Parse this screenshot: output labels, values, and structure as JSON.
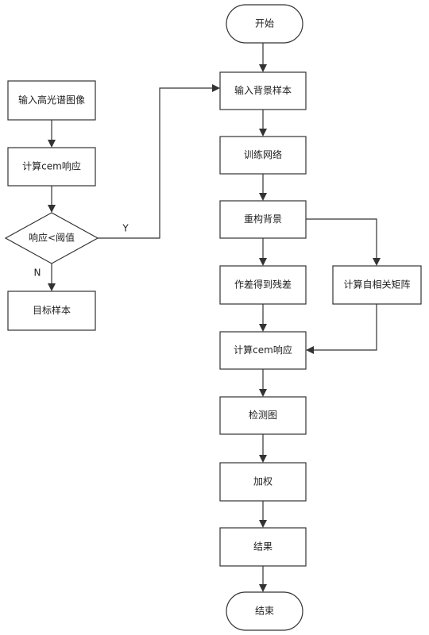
{
  "nodes": {
    "start": {
      "label": "开始",
      "shape": "terminal"
    },
    "input_background": {
      "label": "输入背景样本",
      "shape": "process"
    },
    "train_network": {
      "label": "训练网络",
      "shape": "process"
    },
    "reconstruct_background": {
      "label": "重构背景",
      "shape": "process"
    },
    "residual": {
      "label": "作差得到残差",
      "shape": "process"
    },
    "autocorrelation": {
      "label": "计算自相关矩阵",
      "shape": "process"
    },
    "cem_right": {
      "label": "计算cem响应",
      "shape": "process"
    },
    "detection_map": {
      "label": "检测图",
      "shape": "process"
    },
    "weighting": {
      "label": "加权",
      "shape": "process"
    },
    "result": {
      "label": "结果",
      "shape": "process"
    },
    "end": {
      "label": "结束",
      "shape": "terminal"
    },
    "input_hsi": {
      "label": "输入高光谱图像",
      "shape": "process"
    },
    "cem_left": {
      "label": "计算cem响应",
      "shape": "process"
    },
    "decision": {
      "label": "响应<阈值",
      "shape": "decision"
    },
    "target_samples": {
      "label": "目标样本",
      "shape": "process"
    }
  },
  "edges": [
    {
      "from": "start",
      "to": "input_background",
      "label": ""
    },
    {
      "from": "input_background",
      "to": "train_network",
      "label": ""
    },
    {
      "from": "train_network",
      "to": "reconstruct_background",
      "label": ""
    },
    {
      "from": "reconstruct_background",
      "to": "residual",
      "label": ""
    },
    {
      "from": "reconstruct_background",
      "to": "autocorrelation",
      "label": ""
    },
    {
      "from": "residual",
      "to": "cem_right",
      "label": ""
    },
    {
      "from": "autocorrelation",
      "to": "cem_right",
      "label": ""
    },
    {
      "from": "cem_right",
      "to": "detection_map",
      "label": ""
    },
    {
      "from": "detection_map",
      "to": "weighting",
      "label": ""
    },
    {
      "from": "weighting",
      "to": "result",
      "label": ""
    },
    {
      "from": "result",
      "to": "end",
      "label": ""
    },
    {
      "from": "input_hsi",
      "to": "cem_left",
      "label": ""
    },
    {
      "from": "cem_left",
      "to": "decision",
      "label": ""
    },
    {
      "from": "decision",
      "to": "input_background",
      "label": "Y"
    },
    {
      "from": "decision",
      "to": "target_samples",
      "label": "N"
    }
  ],
  "colors": {
    "stroke": "#333333",
    "fill": "#ffffff",
    "text": "#222222"
  }
}
